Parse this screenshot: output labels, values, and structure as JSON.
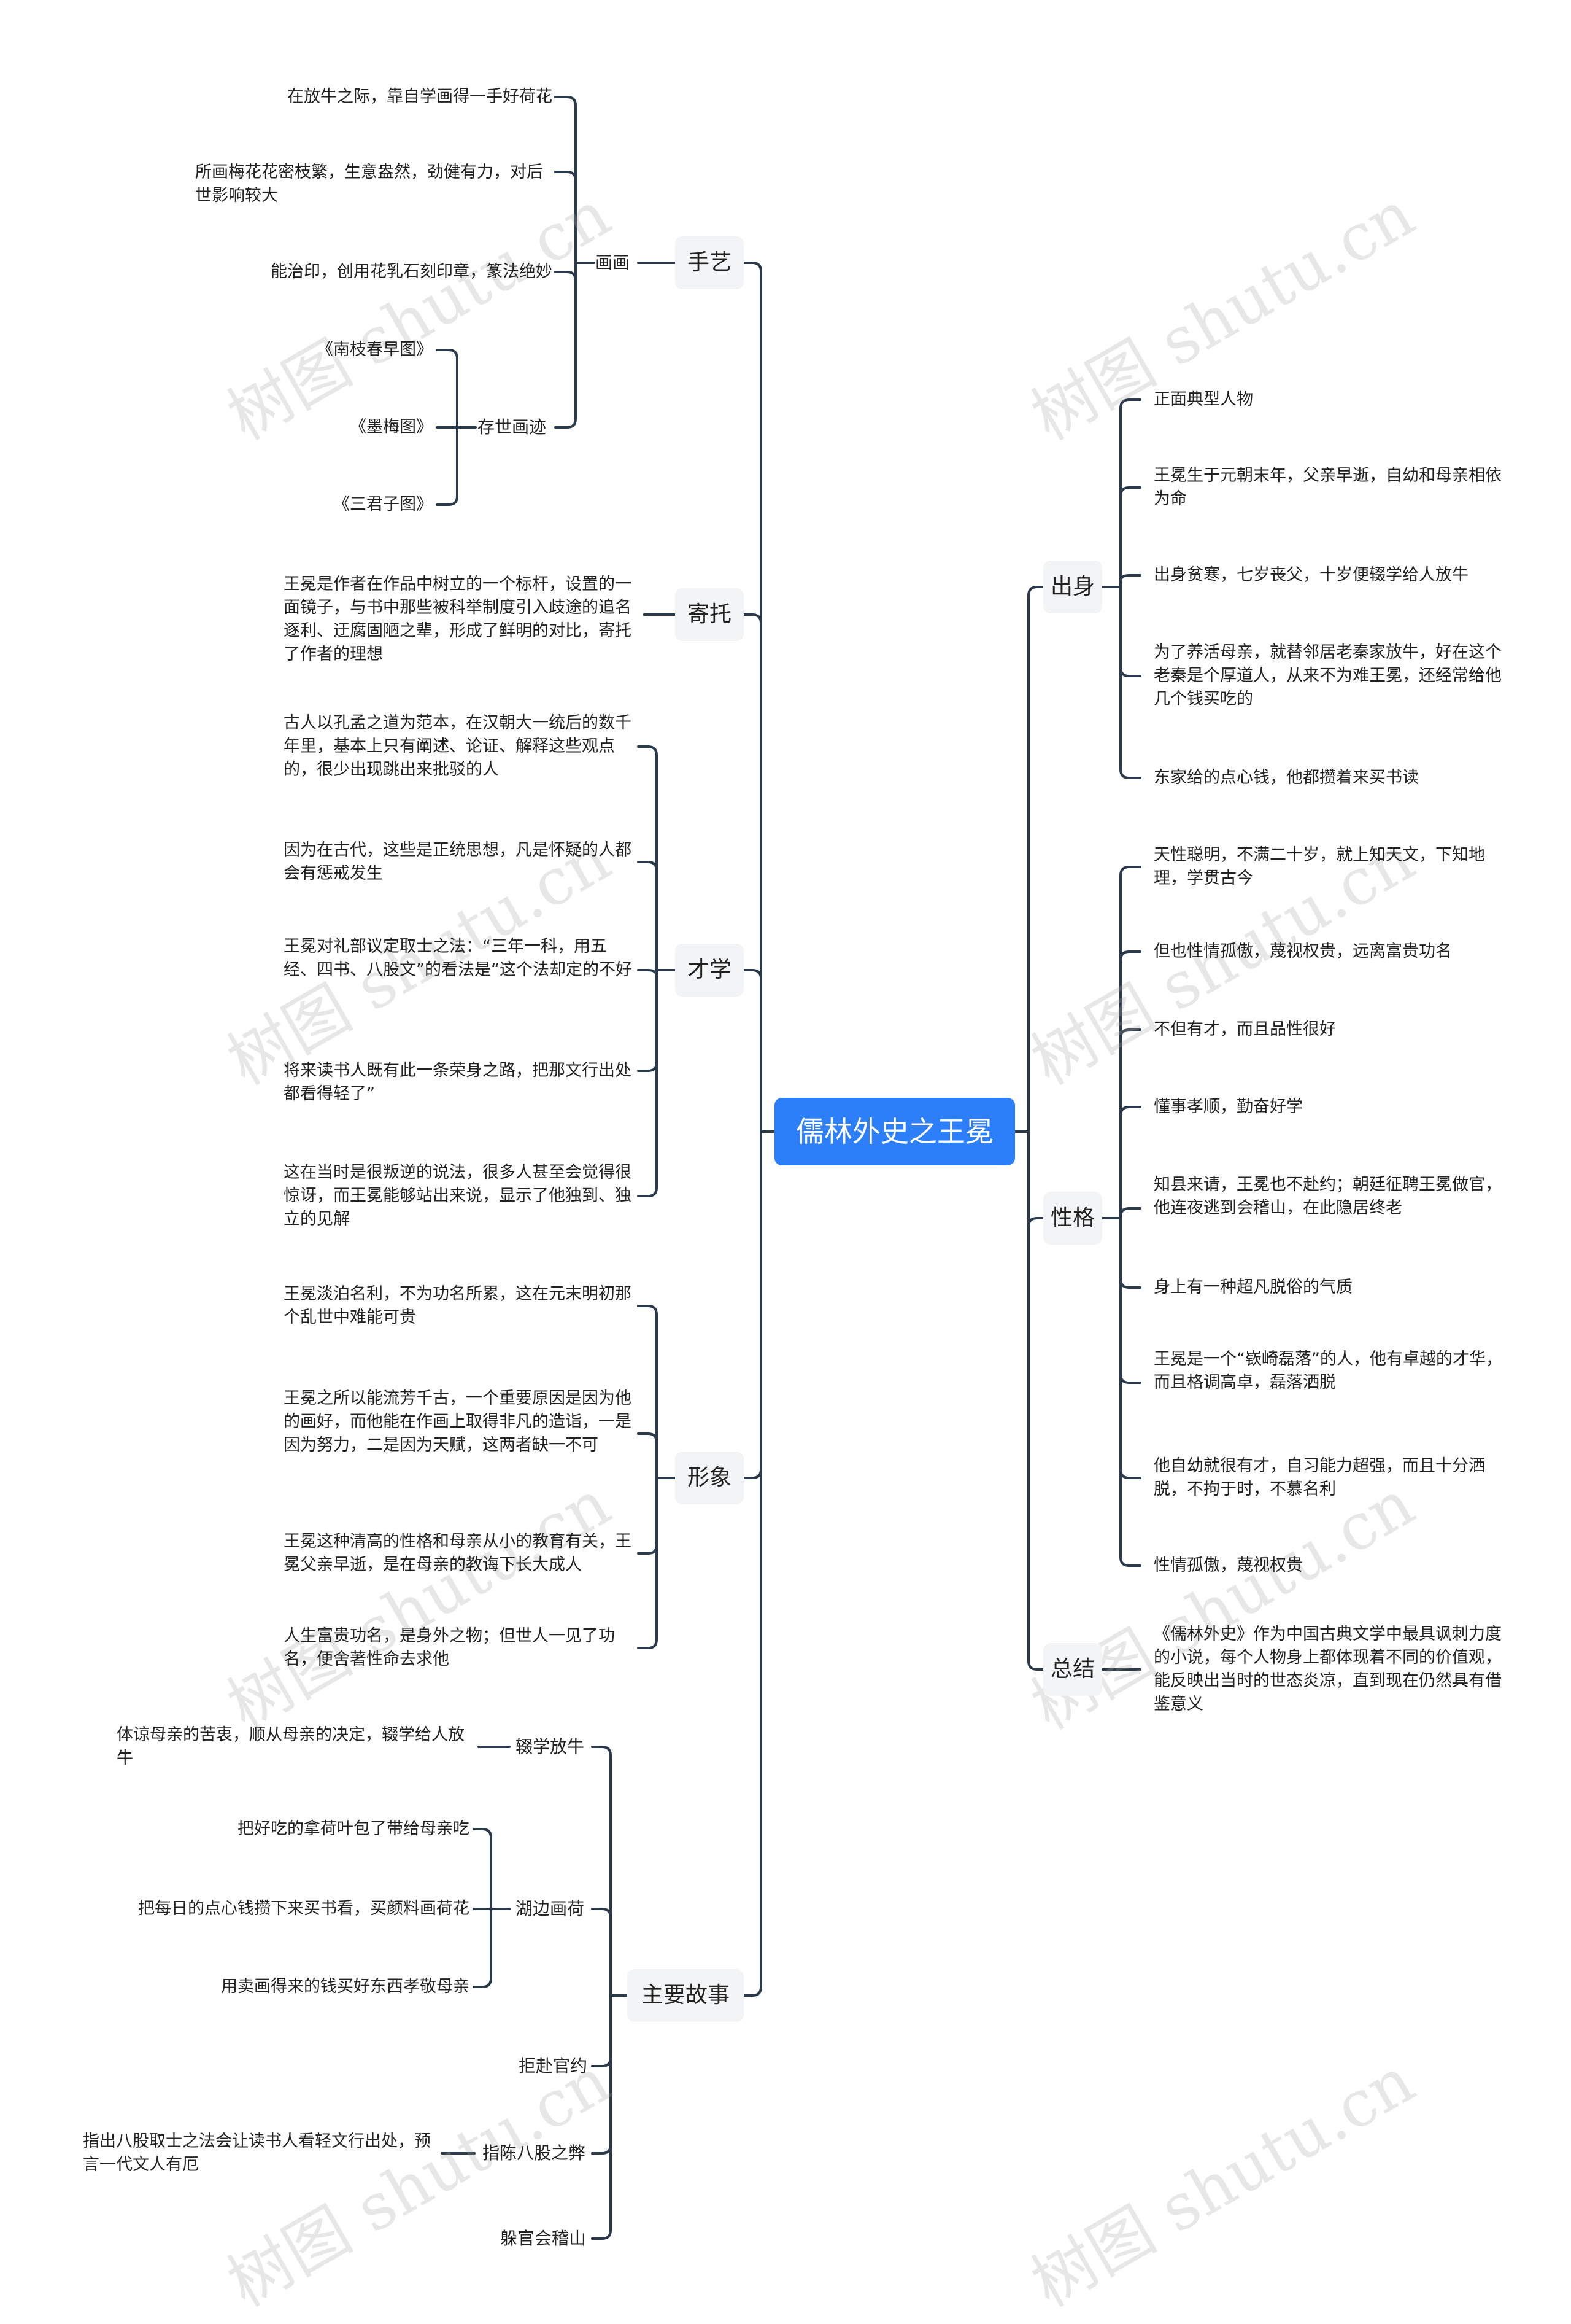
{
  "root": "儒林外史之王冕",
  "left": {
    "shouyi": {
      "label": "手艺",
      "huahua": {
        "label": "画画",
        "items": [
          "在放牛之际，靠自学画得一手好荷花",
          "所画梅花花密枝繁，生意盎然，劲健有力，对后世影响较大",
          "能治印，创用花乳石刻印章，篆法绝妙"
        ],
        "cunshi": {
          "label": "存世画迹",
          "items": [
            "《南枝春早图》",
            "《墨梅图》",
            "《三君子图》"
          ]
        }
      }
    },
    "jituo": {
      "label": "寄托",
      "items": [
        "王冕是作者在作品中树立的一个标杆，设置的一面镜子，与书中那些被科举制度引入歧途的追名逐利、迂腐固陋之辈，形成了鲜明的对比，寄托了作者的理想"
      ]
    },
    "caixue": {
      "label": "才学",
      "items": [
        "古人以孔孟之道为范本，在汉朝大一统后的数千年里，基本上只有阐述、论证、解释这些观点的，很少出现跳出来批驳的人",
        "因为在古代，这些是正统思想，凡是怀疑的人都会有惩戒发生",
        "王冕对礼部议定取士之法：“三年一科，用五经、四书、八股文”的看法是“这个法却定的不好",
        "将来读书人既有此一条荣身之路，把那文行出处都看得轻了”",
        "这在当时是很叛逆的说法，很多人甚至会觉得很惊讶，而王冕能够站出来说，显示了他独到、独立的见解"
      ]
    },
    "xingxiang": {
      "label": "形象",
      "items": [
        "王冕淡泊名利，不为功名所累，这在元末明初那个乱世中难能可贵",
        "王冕之所以能流芳千古，一个重要原因是因为他的画好，而他能在作画上取得非凡的造诣，一是因为努力，二是因为天赋，这两者缺一不可",
        "王冕这种清高的性格和母亲从小的教育有关，王冕父亲早逝，是在母亲的教诲下长大成人",
        "人生富贵功名，是身外之物；但世人一见了功名，便舍著性命去求他"
      ]
    },
    "gushi": {
      "label": "主要故事",
      "chuoxue": {
        "label": "辍学放牛",
        "items": [
          "体谅母亲的苦衷，顺从母亲的决定，辍学给人放牛"
        ]
      },
      "hubian": {
        "label": "湖边画荷",
        "items": [
          "把好吃的拿荷叶包了带给母亲吃",
          "把每日的点心钱攒下来买书看，买颜料画荷花",
          "用卖画得来的钱买好东西孝敬母亲"
        ]
      },
      "jufu": {
        "label": "拒赴官约"
      },
      "zhichen": {
        "label": "指陈八股之弊",
        "items": [
          "指出八股取士之法会让读书人看轻文行出处，预言一代文人有厄"
        ]
      },
      "duoguan": {
        "label": "躲官会稽山"
      }
    }
  },
  "right": {
    "chushen": {
      "label": "出身",
      "items": [
        "正面典型人物",
        "王冕生于元朝末年，父亲早逝，自幼和母亲相依为命",
        "出身贫寒，七岁丧父，十岁便辍学给人放牛",
        "为了养活母亲，就替邻居老秦家放牛，好在这个老秦是个厚道人，从来不为难王冕，还经常给他几个钱买吃的",
        "东家给的点心钱，他都攒着来买书读"
      ]
    },
    "xingge": {
      "label": "性格",
      "items": [
        "天性聪明，不满二十岁，就上知天文，下知地理，学贯古今",
        "但也性情孤傲，蔑视权贵，远离富贵功名",
        "不但有才，而且品性很好",
        "懂事孝顺，勤奋好学",
        "知县来请，王冕也不赴约；朝廷征聘王冕做官，他连夜逃到会稽山，在此隐居终老",
        "身上有一种超凡脱俗的气质",
        "王冕是一个“嵚崎磊落”的人，他有卓越的才华，而且格调高卓，磊落洒脱",
        "他自幼就很有才，自习能力超强，而且十分洒脱，不拘于时，不慕名利",
        "性情孤傲，蔑视权贵"
      ]
    },
    "zongjie": {
      "label": "总结",
      "items": [
        "《儒林外史》作为中国古典文学中最具讽刺力度的小说，每个人物身上都体现着不同的价值观，能反映出当时的世态炎凉，直到现在仍然具有借鉴意义"
      ]
    }
  },
  "watermark": "树图 shutu.cn",
  "colors": {
    "root_bg": "#2d7ff9",
    "branch_bg": "#f2f4f6",
    "line": "#2b3a4a"
  }
}
